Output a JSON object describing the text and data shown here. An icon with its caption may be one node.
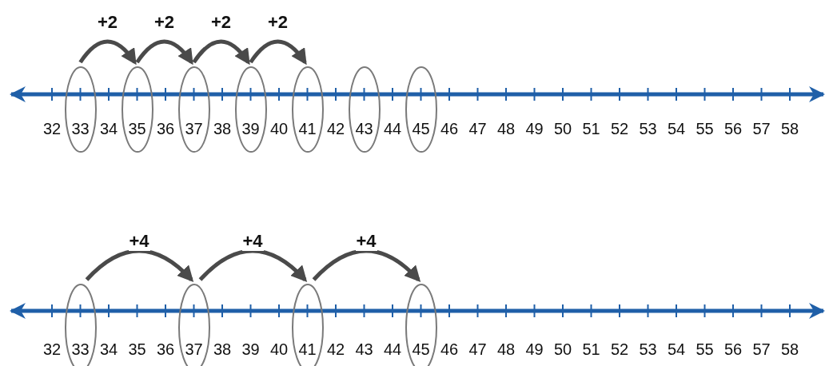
{
  "diagram": {
    "nodes": [
      {
        "text": [
          "33"
        ]
      },
      {
        "text": [
          "35"
        ]
      },
      {
        "text": [
          "37"
        ]
      },
      {
        "text": [
          "39"
        ]
      },
      {
        "text": [
          "41"
        ]
      },
      {
        "text": [
          "43"
        ]
      },
      {
        "text": [
          "45"
        ]
      },
      {
        "text": [
          "33"
        ]
      },
      {
        "text": [
          "37"
        ]
      },
      {
        "text": [
          "41"
        ]
      },
      {
        "text": [
          "45"
        ]
      }
    ],
    "edges": [
      {
        "from": 0,
        "to": 1,
        "arrow": "to",
        "label": "+2"
      },
      {
        "from": 1,
        "to": 2,
        "arrow": "to",
        "label": "+2"
      },
      {
        "from": 2,
        "to": 3,
        "arrow": "to",
        "label": "+2"
      },
      {
        "from": 3,
        "to": 4,
        "arrow": "to",
        "label": "+2"
      },
      {
        "from": 7,
        "to": 8,
        "arrow": "to",
        "label": "+4"
      },
      {
        "from": 8,
        "to": 9,
        "arrow": "to",
        "label": "+4"
      },
      {
        "from": 9,
        "to": 10,
        "arrow": "to",
        "label": "+4"
      }
    ],
    "labels": [
      "32",
      "34",
      "36",
      "38",
      "40",
      "42",
      "44",
      "46",
      "47",
      "48",
      "49",
      "50",
      "51",
      "52",
      "53",
      "54",
      "55",
      "56",
      "57",
      "58",
      "32",
      "34",
      "35",
      "36",
      "38",
      "39",
      "40",
      "42",
      "43",
      "44",
      "46",
      "47",
      "48",
      "49",
      "50",
      "51",
      "52",
      "53",
      "54",
      "55",
      "56",
      "57",
      "58"
    ]
  }
}
